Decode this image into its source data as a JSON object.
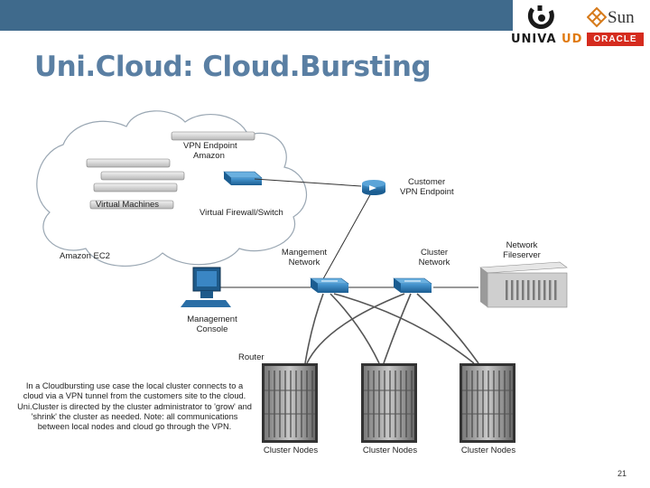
{
  "header": {
    "title": "Uni.Cloud: Cloud.Bursting",
    "univa_text": "UNIVA",
    "univa_ud": "UD",
    "sun_text": "Sun",
    "oracle_text": "ORACLE"
  },
  "labels": {
    "vpn_endpoint_amazon_1": "VPN Endpoint",
    "vpn_endpoint_amazon_2": "Amazon",
    "virtual_machines": "Virtual Machines",
    "virtual_firewall": "Virtual Firewall/Switch",
    "amazon_ec2": "Amazon EC2",
    "customer_vpn_1": "Customer",
    "customer_vpn_2": "VPN Endpoint",
    "management_network_1": "Mangement",
    "management_network_2": "Network",
    "cluster_network_1": "Cluster",
    "cluster_network_2": "Network",
    "network_fileserver_1": "Network",
    "network_fileserver_2": "Fileserver",
    "management_console_1": "Management",
    "management_console_2": "Console",
    "router": "Router",
    "cluster_nodes_1": "Cluster Nodes",
    "cluster_nodes_2": "Cluster Nodes",
    "cluster_nodes_3": "Cluster Nodes"
  },
  "description": "In a Cloudbursting use case the local cluster connects to a cloud via a VPN tunnel from the customers site to the cloud. Uni.Cluster is directed by the cluster administrator to 'grow' and 'shrink' the cluster as needed. Note: all communications between local nodes and cloud go through the VPN.",
  "page_number": "21",
  "colors": {
    "topbar": "#3f6a8c",
    "title": "#5a7fa3",
    "switch_blue": "#2a7ab8",
    "oracle_red": "#d52b1e",
    "univa_orange": "#e07a10"
  }
}
